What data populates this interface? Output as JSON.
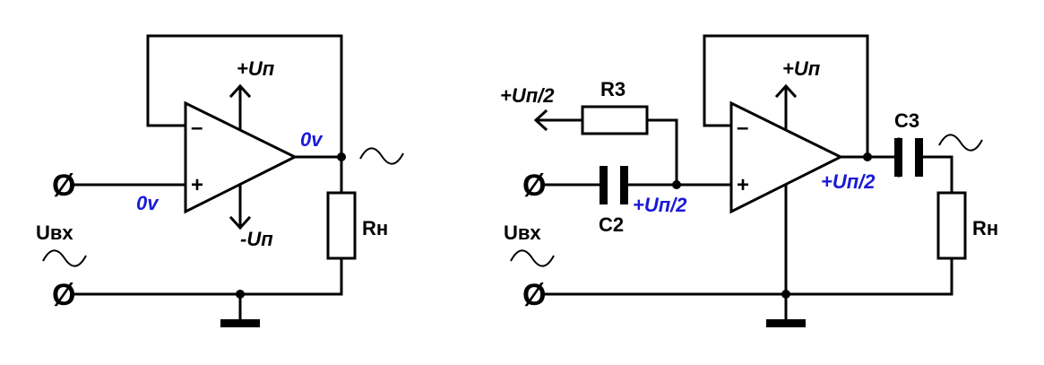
{
  "colors": {
    "wire": "#000000",
    "voltage_label": "#1a1ad6"
  },
  "circuit1": {
    "out_voltage": "0v",
    "in_voltage": "0v",
    "supply_pos": "+Uп",
    "supply_neg": "-Uп",
    "input_label": "Uвх",
    "load_label": "Rн",
    "inv_sign": "–",
    "noninv_sign": "+",
    "terminal_symbol": "Ø",
    "signal_symbol": "~"
  },
  "circuit2": {
    "bias_source": "+Uп/2",
    "r3_label": "R3",
    "c2_label": "C2",
    "c3_label": "C3",
    "supply_pos": "+Uп",
    "in_bias": "+Uп/2",
    "out_bias": "+Uп/2",
    "input_label": "Uвх",
    "load_label": "Rн",
    "inv_sign": "–",
    "noninv_sign": "+",
    "terminal_symbol": "Ø",
    "signal_symbol": "~"
  }
}
